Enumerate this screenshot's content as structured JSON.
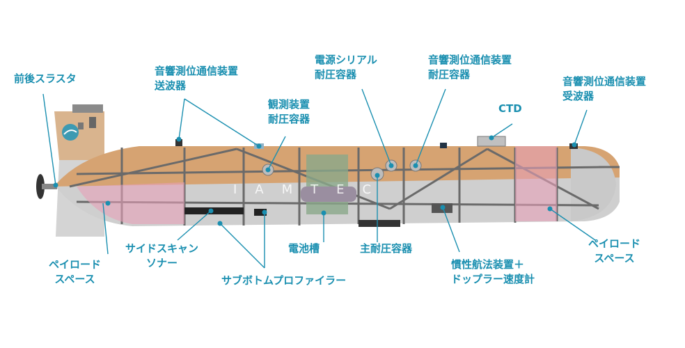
{
  "hull_marking": "IAMTEC",
  "labels": {
    "front_rear_thruster": "前後スラスタ",
    "acoustic_transmitter": [
      "音響測位通信装置",
      "送波器"
    ],
    "observation_pressure": [
      "観測装置",
      "耐圧容器"
    ],
    "power_serial_pressure": [
      "電源シリアル",
      "耐圧容器"
    ],
    "acoustic_pressure": [
      "音響測位通信装置",
      "耐圧容器"
    ],
    "ctd": "CTD",
    "acoustic_receiver": [
      "音響測位通信装置",
      "受波器"
    ],
    "payload_left": [
      "ペイロード",
      "スペース"
    ],
    "sidescan_sonar": [
      "サイドスキャン",
      "ソナー"
    ],
    "battery_tank": "電池槽",
    "main_pressure": "主耐圧容器",
    "inertial_nav": [
      "慣性航法装置＋",
      "ドップラー速度計"
    ],
    "payload_right": [
      "ペイロード",
      "スペース"
    ],
    "sub_bottom_profiler": "サブボトムプロファイラー"
  },
  "colors": {
    "label": "#1a8fb0",
    "leader_line": "#1a8fb0",
    "hull_top": "#d6a372",
    "hull_body": "#cfcfcf",
    "payload_zone": "#e6a0b8",
    "frame": "#6a6a6a"
  }
}
